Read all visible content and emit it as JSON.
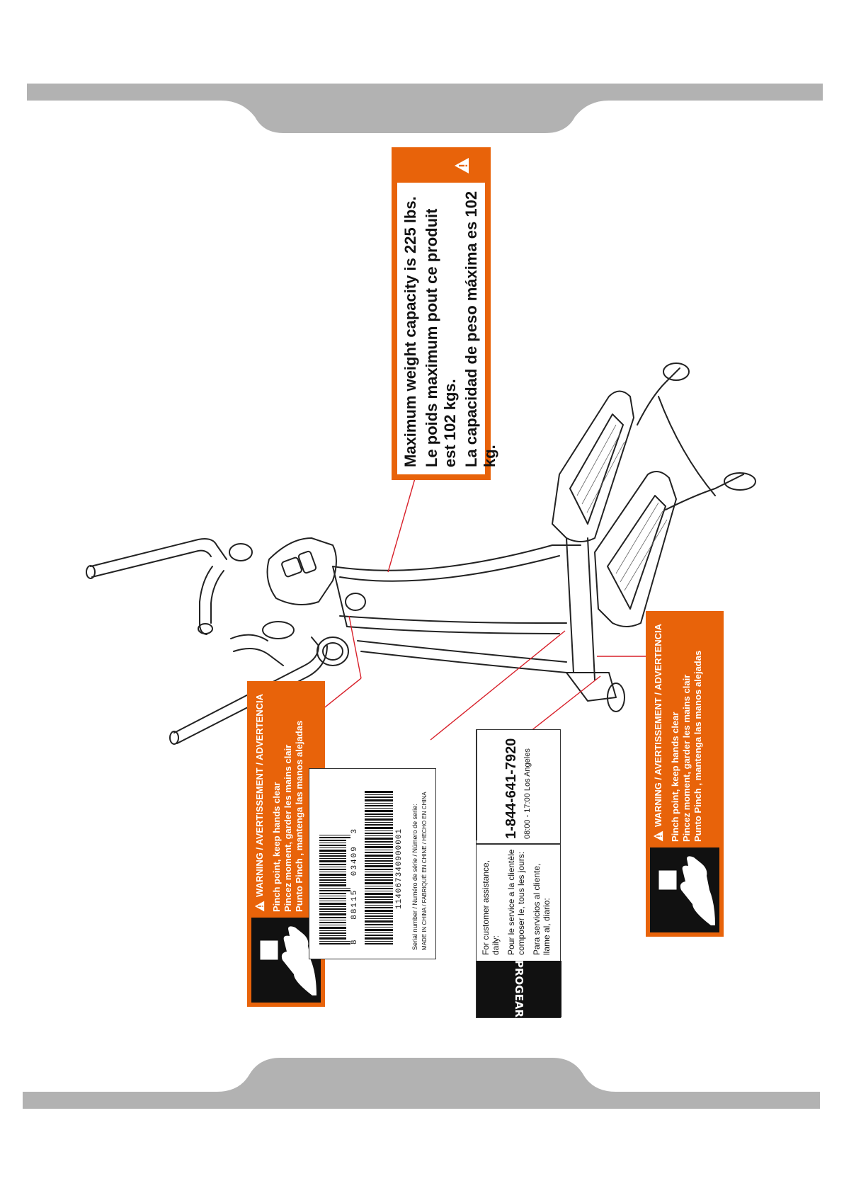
{
  "weight_label": {
    "lines": [
      "Maximum weight capacity is 225 lbs.",
      "Le poids maximum pout ce produit",
      "est 102 kgs.",
      "La capacidad de peso máxima es 102 kg."
    ]
  },
  "pinch_label": {
    "title": "WARNING / AVERTISSEMENT / ADVERTENCIA",
    "lines": [
      "Pinch point, keep hands clear",
      "Pincez moment, garder les mains clair",
      "Punto Pinch , mantenga las manos alejadas"
    ]
  },
  "barcode_label": {
    "digits_top": "8",
    "digits_mid": "88115",
    "digits_mid2": "03409",
    "digits_end": "3",
    "serial": "1140673409000​01",
    "serial_caption": "Serial number / Numéro de série / Número de serie:",
    "made_in": "MADE IN CHINA / FABRIQUÉ EN CHINE / HECHO EN CHINA"
  },
  "service_label": {
    "brand": "PROGEAR",
    "line1": "For customer assistance, daily:",
    "line2": "Pour le service a la clientèle",
    "line3": "composer le, tous les jours:",
    "line4": "Para servicios al cliente,",
    "line5": "llame al, diario:",
    "phone": "1-844-641-7920",
    "hours": "08:00 - 17:00  Los Angeles"
  },
  "colors": {
    "accent": "#e8630a",
    "band": "#b2b2b2",
    "leader": "#d8202a"
  }
}
